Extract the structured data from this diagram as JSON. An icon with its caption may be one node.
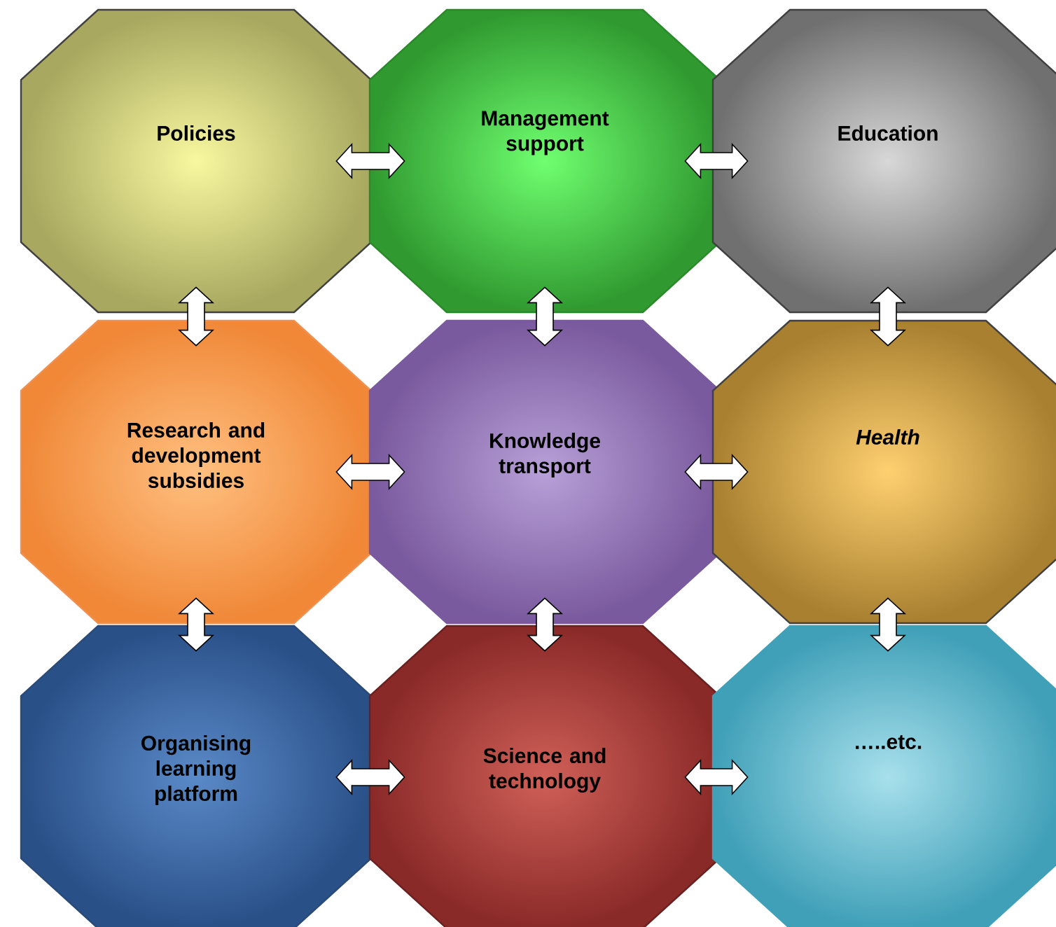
{
  "diagram": {
    "nodes": [
      {
        "text": [
          "Policies"
        ]
      },
      {
        "text": [
          "Management support"
        ]
      },
      {
        "text": [
          "Education"
        ]
      },
      {
        "text": [
          "Research and development subsidies"
        ]
      },
      {
        "text": [
          "Knowledge transport"
        ]
      },
      {
        "text": [
          "Health"
        ]
      },
      {
        "text": [
          "Organising learning platform"
        ]
      },
      {
        "text": [
          "Science and technology"
        ]
      },
      {
        "text": [
          "…..etc."
        ]
      }
    ],
    "edges": [
      {
        "from": 0,
        "to": 1,
        "arrow": "both"
      },
      {
        "from": 1,
        "to": 2,
        "arrow": "both"
      },
      {
        "from": 3,
        "to": 4,
        "arrow": "both"
      },
      {
        "from": 4,
        "to": 5,
        "arrow": "both"
      },
      {
        "from": 6,
        "to": 7,
        "arrow": "both"
      },
      {
        "from": 7,
        "to": 8,
        "arrow": "both"
      },
      {
        "from": 0,
        "to": 3,
        "arrow": "both"
      },
      {
        "from": 3,
        "to": 6,
        "arrow": "both"
      },
      {
        "from": 1,
        "to": 4,
        "arrow": "both"
      },
      {
        "from": 4,
        "to": 7,
        "arrow": "both"
      },
      {
        "from": 2,
        "to": 5,
        "arrow": "both"
      },
      {
        "from": 5,
        "to": 8,
        "arrow": "both"
      }
    ]
  }
}
